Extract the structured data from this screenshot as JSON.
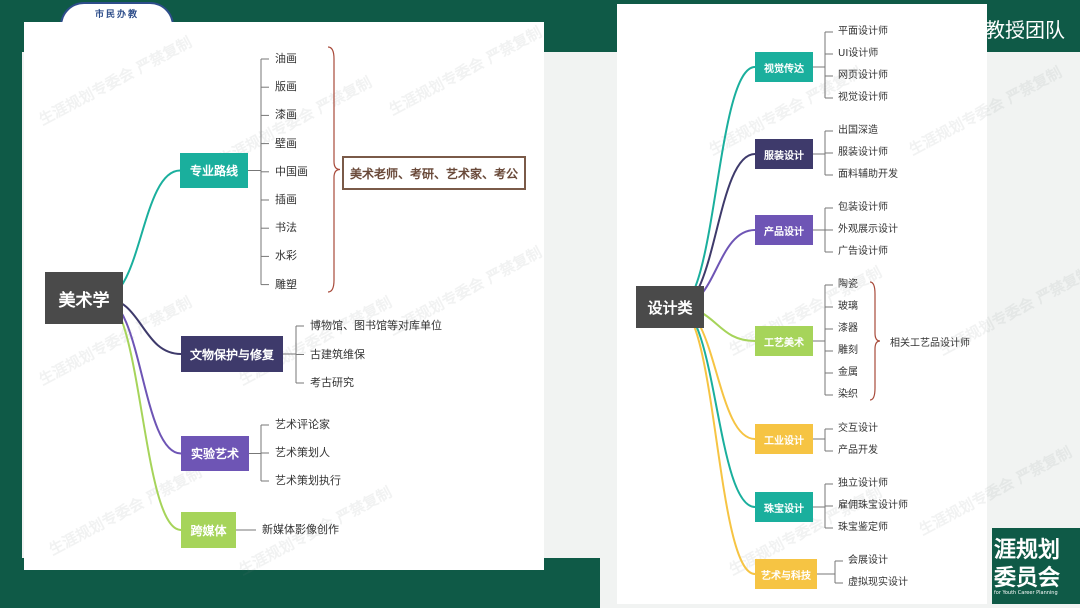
{
  "header": {
    "seal_text": "市民办教",
    "team_text": "教授团队"
  },
  "badge": {
    "line1": "涯规划",
    "line2": "委员会",
    "line3": "for Youth Career Planning"
  },
  "watermark": {
    "text": "生涯规划专委会 严禁复制"
  },
  "colors": {
    "band": "#0f5a47",
    "root": "#4a4a4a",
    "teal": "#1aaf9d",
    "indigo": "#3e3a6b",
    "purple": "#6e55b5",
    "lime": "#a6d45a",
    "yellow": "#f6c443",
    "brace": "#a84a3a"
  },
  "left_map": {
    "root": "美术学",
    "branches": [
      {
        "label": "专业路线",
        "color": "teal",
        "leaves": [
          "油画",
          "版画",
          "漆画",
          "壁画",
          "中国画",
          "插画",
          "书法",
          "水彩",
          "雕塑"
        ],
        "summary": "美术老师、考研、艺术家、考公"
      },
      {
        "label": "文物保护与修复",
        "color": "indigo",
        "leaves": [
          "博物馆、图书馆等对库单位",
          "古建筑维保",
          "考古研究"
        ]
      },
      {
        "label": "实验艺术",
        "color": "purple",
        "leaves": [
          "艺术评论家",
          "艺术策划人",
          "艺术策划执行"
        ]
      },
      {
        "label": "跨媒体",
        "color": "lime",
        "leaves": [
          "新媒体影像创作"
        ]
      }
    ]
  },
  "right_map": {
    "root": "设计类",
    "branches": [
      {
        "label": "视觉传达",
        "color": "teal",
        "leaves": [
          "平面设计师",
          "UI设计师",
          "网页设计师",
          "视觉设计师"
        ]
      },
      {
        "label": "服装设计",
        "color": "indigo",
        "leaves": [
          "出国深造",
          "服装设计师",
          "面料辅助开发"
        ]
      },
      {
        "label": "产品设计",
        "color": "purple",
        "leaves": [
          "包装设计师",
          "外观展示设计",
          "广告设计师"
        ]
      },
      {
        "label": "工艺美术",
        "color": "lime",
        "leaves": [
          "陶瓷",
          "玻璃",
          "漆器",
          "雕刻",
          "金属",
          "染织"
        ],
        "summary": "相关工艺品设计师"
      },
      {
        "label": "工业设计",
        "color": "yellow",
        "leaves": [
          "交互设计",
          "产品开发"
        ]
      },
      {
        "label": "珠宝设计",
        "color": "teal",
        "leaves": [
          "独立设计师",
          "雇佣珠宝设计师",
          "珠宝鉴定师"
        ]
      },
      {
        "label": "艺术与科技",
        "color": "yellow",
        "leaves": [
          "会展设计",
          "虚拟现实设计"
        ]
      }
    ]
  }
}
